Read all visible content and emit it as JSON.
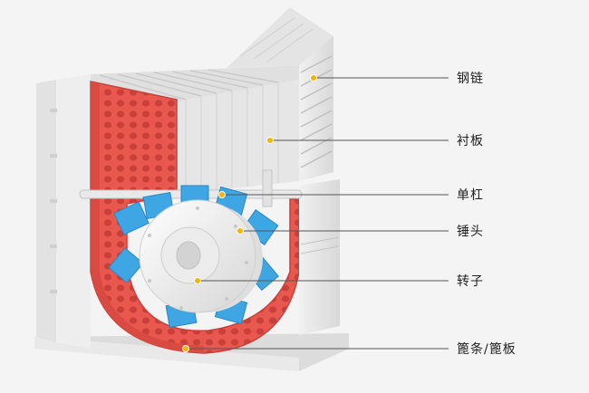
{
  "labels": {
    "chain": "钢链",
    "liner": "衬板",
    "single_bar": "单杠",
    "hammer": "锤头",
    "rotor": "转子",
    "grate": "篦条/篦板"
  },
  "colors": {
    "background": "#f4f4f4",
    "housing": "#ececec",
    "housing_shade": "#d9d9d9",
    "grate_red": "#e8584e",
    "grate_dark": "#c9403a",
    "hammer_blue": "#3fa6e4",
    "rotor_white": "#f7f7f7",
    "marker_dot": "#f5b400",
    "leader_line": "#555555"
  }
}
